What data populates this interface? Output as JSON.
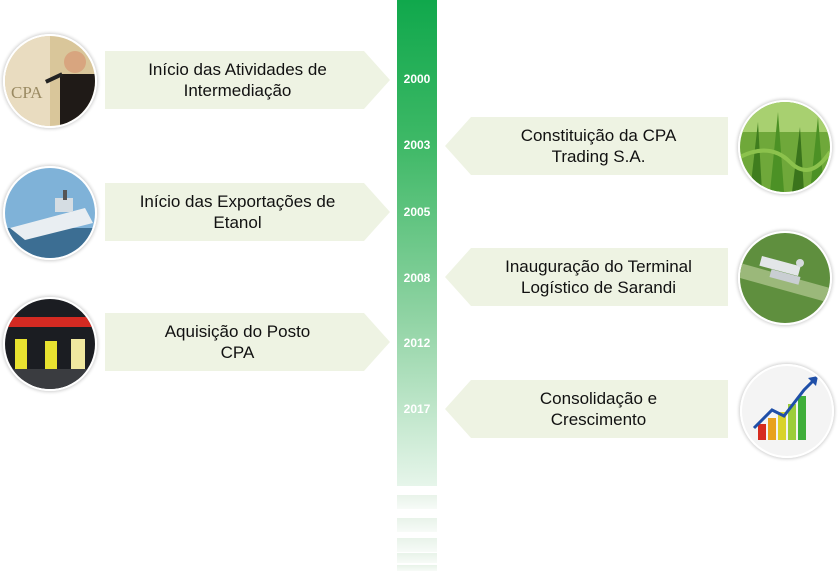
{
  "timeline": {
    "years": [
      "2000",
      "2003",
      "2005",
      "2008",
      "2012",
      "2017"
    ],
    "events": [
      {
        "side": "left",
        "text": "Início das Atividades de\nIntermediação",
        "image": "speaker-photo"
      },
      {
        "side": "right",
        "text": "Constituição da CPA\nTrading S.A.",
        "image": "cornfield-photo"
      },
      {
        "side": "left",
        "text": "Início das Exportações de\nEtanol",
        "image": "ship-photo"
      },
      {
        "side": "right",
        "text": "Inauguração do Terminal\nLogístico de  Sarandi",
        "image": "terminal-aerial-photo"
      },
      {
        "side": "left",
        "text": "Aquisição do Posto\nCPA",
        "image": "gas-station-photo"
      },
      {
        "side": "right",
        "text": "Consolidação e\nCrescimento",
        "image": "growth-chart-icon"
      }
    ],
    "photo_logo_text": "CPA"
  },
  "colors": {
    "bar_top": "#10a84c",
    "bar_bottom": "#e6f5ea",
    "box_fill": "#eef3e3"
  }
}
